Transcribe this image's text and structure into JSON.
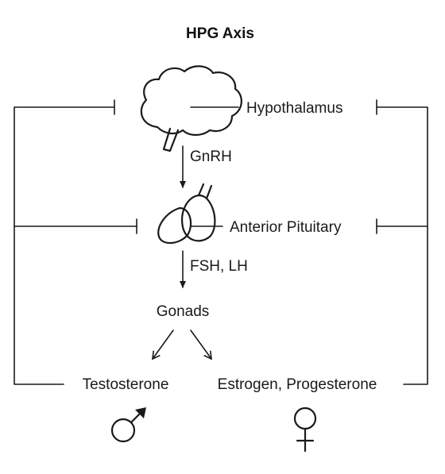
{
  "title": "HPG Axis",
  "nodes": {
    "hypothalamus": "Hypothalamus",
    "anterior_pituitary": "Anterior Pituitary",
    "gonads": "Gonads",
    "testosterone": "Testosterone",
    "estrogen_progesterone": "Estrogen, Progesterone"
  },
  "edges": {
    "hypothalamus_to_pituitary": "GnRH",
    "pituitary_to_gonads": "FSH, LH"
  },
  "icons": {
    "brain": "brain-icon",
    "pituitary": "pituitary-gland-icon",
    "male": "male-symbol-icon",
    "female": "female-symbol-icon"
  }
}
